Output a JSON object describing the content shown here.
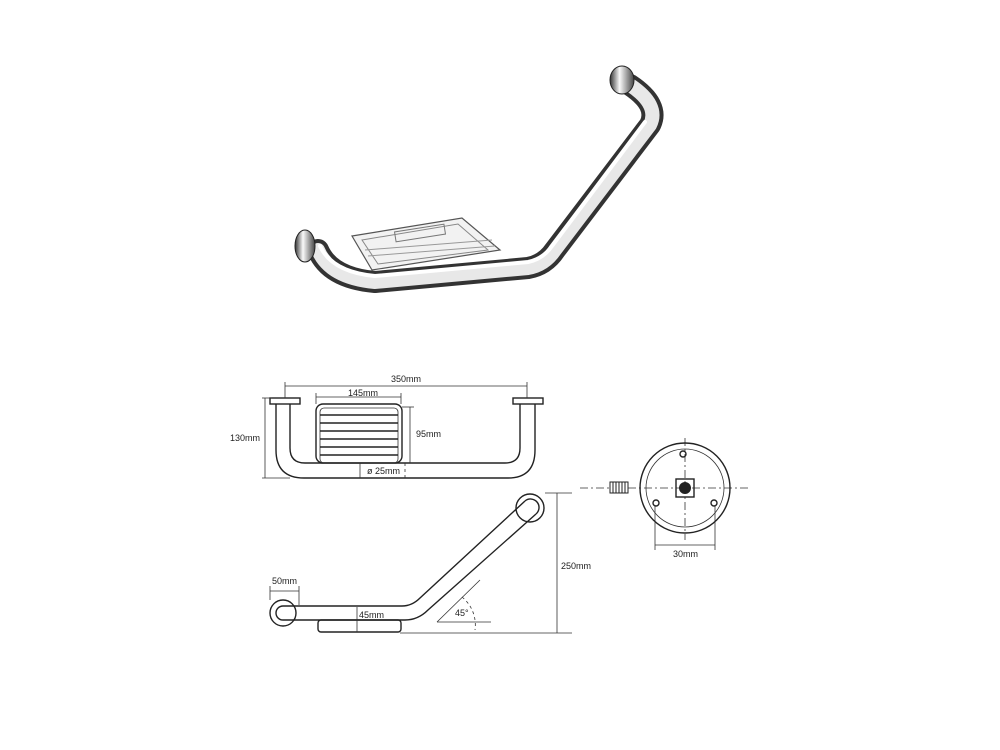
{
  "title": "Grab bar with soap basket - product and dimension drawing",
  "dimensions": {
    "overall_width": "350mm",
    "basket_width": "145mm",
    "overall_height": "130mm",
    "basket_height": "95mm",
    "tube_diameter": "ø 25mm",
    "total_rise": "250mm",
    "flange_offset": "50mm",
    "basket_depth": "45mm",
    "angle": "45°",
    "flange_hole_spacing": "30mm"
  },
  "colors": {
    "line": "#222222",
    "chrome_dark": "#3a3a3a",
    "chrome_light": "#f4f4f4"
  }
}
